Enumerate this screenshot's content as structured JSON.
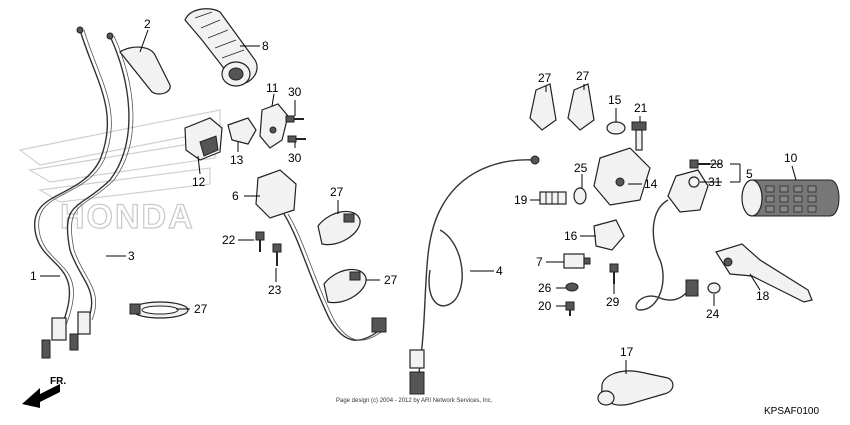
{
  "diagram": {
    "callouts": [
      {
        "id": "c1",
        "label": "1"
      },
      {
        "id": "c2",
        "label": "2"
      },
      {
        "id": "c3",
        "label": "3"
      },
      {
        "id": "c4",
        "label": "4"
      },
      {
        "id": "c5",
        "label": "5"
      },
      {
        "id": "c6",
        "label": "6"
      },
      {
        "id": "c7",
        "label": "7"
      },
      {
        "id": "c8",
        "label": "8"
      },
      {
        "id": "c10",
        "label": "10"
      },
      {
        "id": "c11",
        "label": "11"
      },
      {
        "id": "c12",
        "label": "12"
      },
      {
        "id": "c13",
        "label": "13"
      },
      {
        "id": "c14",
        "label": "14"
      },
      {
        "id": "c15",
        "label": "15"
      },
      {
        "id": "c16",
        "label": "16"
      },
      {
        "id": "c17",
        "label": "17"
      },
      {
        "id": "c18",
        "label": "18"
      },
      {
        "id": "c19",
        "label": "19"
      },
      {
        "id": "c20",
        "label": "20"
      },
      {
        "id": "c21",
        "label": "21"
      },
      {
        "id": "c22",
        "label": "22"
      },
      {
        "id": "c23",
        "label": "23"
      },
      {
        "id": "c24",
        "label": "24"
      },
      {
        "id": "c25",
        "label": "25"
      },
      {
        "id": "c26",
        "label": "26"
      },
      {
        "id": "c27a",
        "label": "27"
      },
      {
        "id": "c27b",
        "label": "27"
      },
      {
        "id": "c27c",
        "label": "27"
      },
      {
        "id": "c27d",
        "label": "27"
      },
      {
        "id": "c27e",
        "label": "27"
      },
      {
        "id": "c28",
        "label": "28"
      },
      {
        "id": "c29",
        "label": "29"
      },
      {
        "id": "c30a",
        "label": "30"
      },
      {
        "id": "c30b",
        "label": "30"
      },
      {
        "id": "c31",
        "label": "31"
      }
    ],
    "direction_label": "FR.",
    "diagram_code": "KPSAF0100",
    "copyright": "Page design (c) 2004 - 2012 by ARI Network Services, Inc.",
    "watermark_logo": "HONDA"
  }
}
